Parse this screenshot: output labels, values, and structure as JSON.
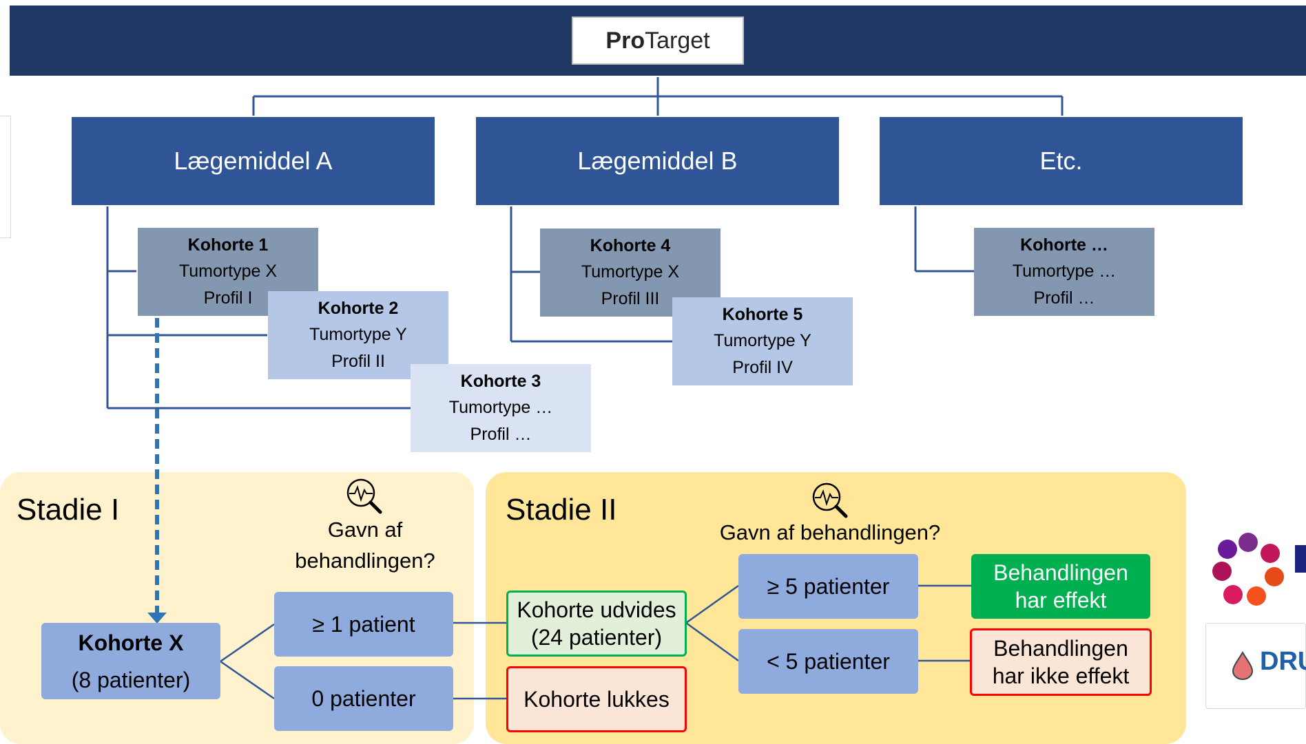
{
  "header": {
    "logo_bold": "Pro",
    "logo_rest": "Target"
  },
  "drugs": [
    "Lægemiddel A",
    "Lægemiddel B",
    "Etc."
  ],
  "cohorts": [
    {
      "title": "Kohorte 1",
      "tumor": "Tumortype X",
      "profile": "Profil I"
    },
    {
      "title": "Kohorte 2",
      "tumor": "Tumortype Y",
      "profile": "Profil II"
    },
    {
      "title": "Kohorte 3",
      "tumor": "Tumortype …",
      "profile": "Profil …"
    },
    {
      "title": "Kohorte 4",
      "tumor": "Tumortype X",
      "profile": "Profil III"
    },
    {
      "title": "Kohorte 5",
      "tumor": "Tumortype Y",
      "profile": "Profil IV"
    },
    {
      "title": "Kohorte …",
      "tumor": "Tumortype …",
      "profile": "Profil …"
    }
  ],
  "stage1": {
    "title": "Stadie I",
    "question_line1": "Gavn af",
    "question_line2": "behandlingen?",
    "cohort_x_title": "Kohorte X",
    "cohort_x_patients": "(8 patienter)",
    "branch_yes": "≥ 1 patient",
    "branch_no": "0 patienter"
  },
  "stage2": {
    "title": "Stadie II",
    "question": "Gavn af behandlingen?",
    "expand_line1": "Kohorte udvides",
    "expand_line2": "(24 patienter)",
    "closed": "Kohorte lukkes",
    "branch_yes": "≥ 5 patienter",
    "branch_no": "< 5 patienter",
    "effect_line1": "Behandlingen",
    "effect_line2": "har effekt",
    "no_effect_line1": "Behandlingen",
    "no_effect_line2": "har ikke effekt"
  },
  "partner_logo_text": "DRU",
  "colors": {
    "header": "#203864",
    "drug": "#2f5597",
    "cohort_dark": "#8497b0",
    "cohort_mid": "#b4c7e7",
    "cohort_light": "#dae3f3",
    "stage1_bg": "#fff2cc",
    "stage2_bg": "#ffe699",
    "node_blue": "#8faadc",
    "positive": "#00b050",
    "negative": "#ff0000"
  },
  "icons": [
    "magnifier-pulse-icon",
    "flower-logo-icon",
    "drop-logo-icon"
  ]
}
